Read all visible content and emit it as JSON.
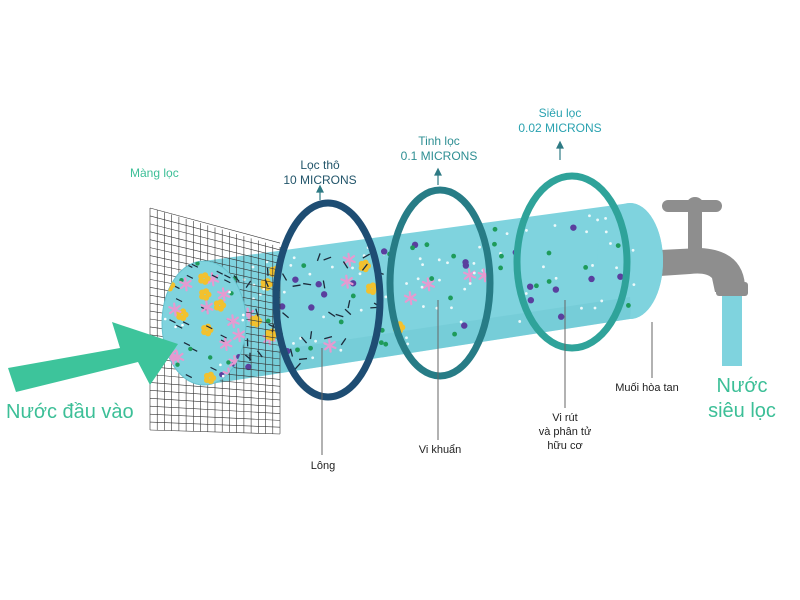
{
  "colors": {
    "inlet_arrow": "#3dc49b",
    "tube_fill": "#7fd3de",
    "tube_shade": "#66c2cf",
    "ring_coarse": "#1e4d73",
    "ring_fine": "#277c86",
    "ring_ultra": "#2fa39a",
    "tap_grey": "#8e8e8e",
    "outlet_water": "#7fd3de",
    "label_green": "#3cbf97",
    "particle_purple": "#5a3f9e",
    "particle_green": "#1e9b5a",
    "particle_pink": "#e69ad0",
    "particle_yellow": "#f2c12e"
  },
  "labels": {
    "mesh": "Màng lọc",
    "coarse_line1": "Lọc thô",
    "coarse_line2": "10 MICRONS",
    "fine_line1": "Tinh lọc",
    "fine_line2": "0.1 MICRONS",
    "ultra_line1": "Siêu lọc",
    "ultra_line2": "0.02 MICRONS",
    "hair": "Lông",
    "bacteria": "Vi khuẩn",
    "virus_line1": "Vi rút",
    "virus_line2": "và phân tử",
    "virus_line3": "hữu cơ",
    "salts": "Muối hòa tan",
    "inlet": "Nước đầu vào",
    "outlet_line1": "Nước",
    "outlet_line2": "siêu lọc"
  },
  "icons": [
    "inlet-arrow-icon",
    "mesh-screen-icon",
    "filter-tube-icon",
    "ring-icon",
    "water-tap-icon",
    "up-arrow-icon"
  ]
}
